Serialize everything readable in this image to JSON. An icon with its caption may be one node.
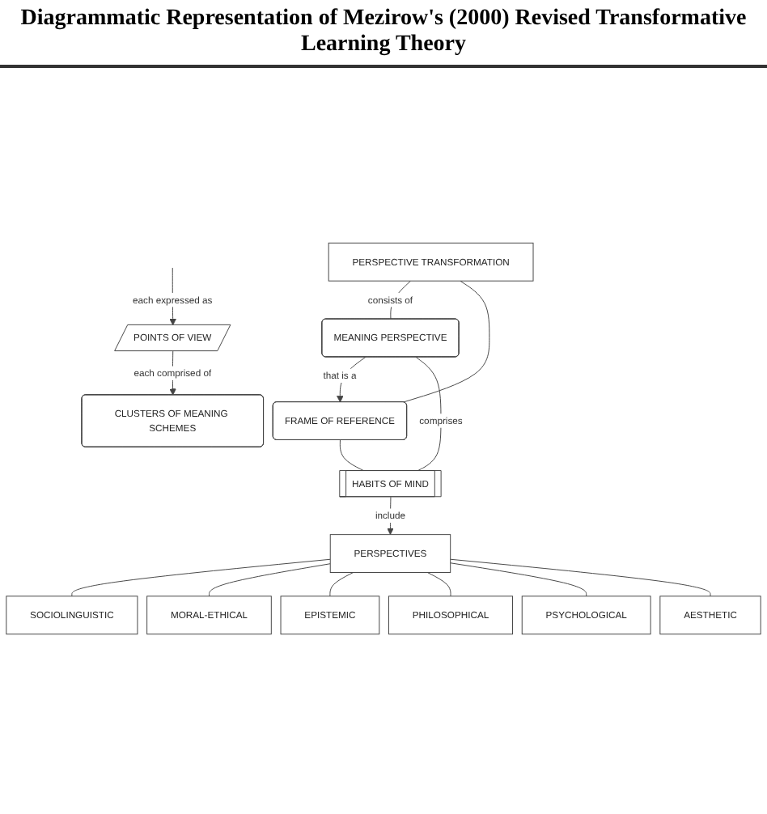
{
  "diagram": {
    "title": "Diagrammatic Representation of Mezirow's (2000) Revised Transformative Learning Theory",
    "nodes": [
      {
        "text": [
          "PERSPECTIVE TRANSFORMATION"
        ]
      },
      {
        "text": [
          "MEANING PERSPECTIVE"
        ]
      },
      {
        "text": [
          "FRAME OF REFERENCE"
        ]
      },
      {
        "text": [
          "HABITS OF MIND"
        ]
      },
      {
        "text": [
          "PERSPECTIVES"
        ]
      },
      {
        "text": [
          "SOCIOLINGUISTIC"
        ]
      },
      {
        "text": [
          "MORAL-ETHICAL"
        ]
      },
      {
        "text": [
          "EPISTEMIC"
        ]
      },
      {
        "text": [
          "PHILOSOPHICAL"
        ]
      },
      {
        "text": [
          "PSYCHOLOGICAL"
        ]
      },
      {
        "text": [
          "AESTHETIC"
        ]
      },
      {
        "text": [
          "POINTS OF VIEW"
        ]
      },
      {
        "text": [
          "CLUSTERS OF MEANING SCHEMES"
        ]
      }
    ],
    "edges": [
      {
        "from": 0,
        "to": 1,
        "arrow": "none",
        "label": "consists of"
      },
      {
        "from": 0,
        "to": 2,
        "arrow": "none"
      },
      {
        "from": 1,
        "to": 2,
        "arrow": "to",
        "label": "that is a"
      },
      {
        "from": 1,
        "to": 3,
        "arrow": "none",
        "label": "comprises"
      },
      {
        "from": 2,
        "to": 3,
        "arrow": "none"
      },
      {
        "from": 3,
        "to": 4,
        "arrow": "to",
        "label": "include"
      },
      {
        "from": 4,
        "to": 5,
        "arrow": "none"
      },
      {
        "from": 4,
        "to": 6,
        "arrow": "none"
      },
      {
        "from": 4,
        "to": 7,
        "arrow": "none"
      },
      {
        "from": 4,
        "to": 8,
        "arrow": "none"
      },
      {
        "from": 4,
        "to": 9,
        "arrow": "none"
      },
      {
        "from": 4,
        "to": 10,
        "arrow": "none"
      },
      {
        "from": null,
        "to": 11,
        "arrow": "to",
        "label": "each expressed as"
      },
      {
        "from": 11,
        "to": 12,
        "arrow": "to",
        "label": "each comprised of"
      }
    ]
  }
}
